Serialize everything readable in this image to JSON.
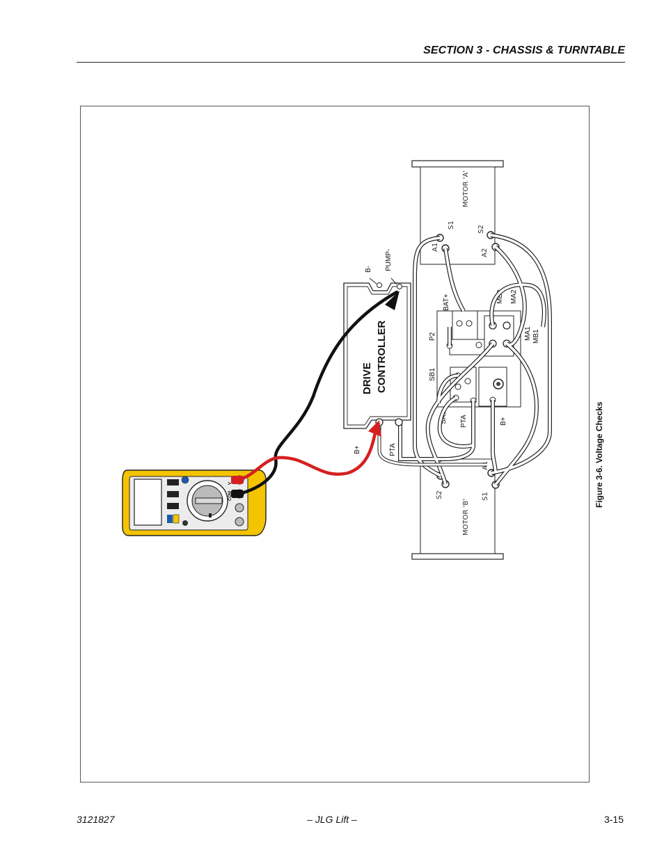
{
  "header": {
    "section_title": "SECTION 3 - CHASSIS & TURNTABLE"
  },
  "figure": {
    "caption": "Figure 3-6.  Voltage Checks",
    "controller": {
      "line1": "DRIVE",
      "line2": "CONTROLLER"
    },
    "controller_terminals": {
      "b_minus": "B-",
      "pump_minus": "PUMP-",
      "b_plus": "B+",
      "pta": "PTA"
    },
    "motor_a": {
      "name": "MOTOR 'A'",
      "s1": "S1",
      "s2": "S2",
      "a1": "A1",
      "a2": "A2"
    },
    "motor_b": {
      "name": "MOTOR 'B'",
      "s1": "S1",
      "s2": "S2",
      "a1": "A1",
      "a2": "A2"
    },
    "contactor_labels": {
      "bat_plus": "BAT+",
      "p2": "P2",
      "sb1": "SB1",
      "sa1": "SA1",
      "pta": "PTA",
      "b_plus": "B+",
      "mb2": "MB2",
      "ma2": "MA2",
      "ma1": "MA1",
      "mb1": "MB1"
    },
    "meter": {
      "v_jack": "V",
      "com_jack": "COM"
    }
  },
  "footer": {
    "doc_number": "3121827",
    "publisher": "– JLG Lift –",
    "page_number": "3-15"
  }
}
